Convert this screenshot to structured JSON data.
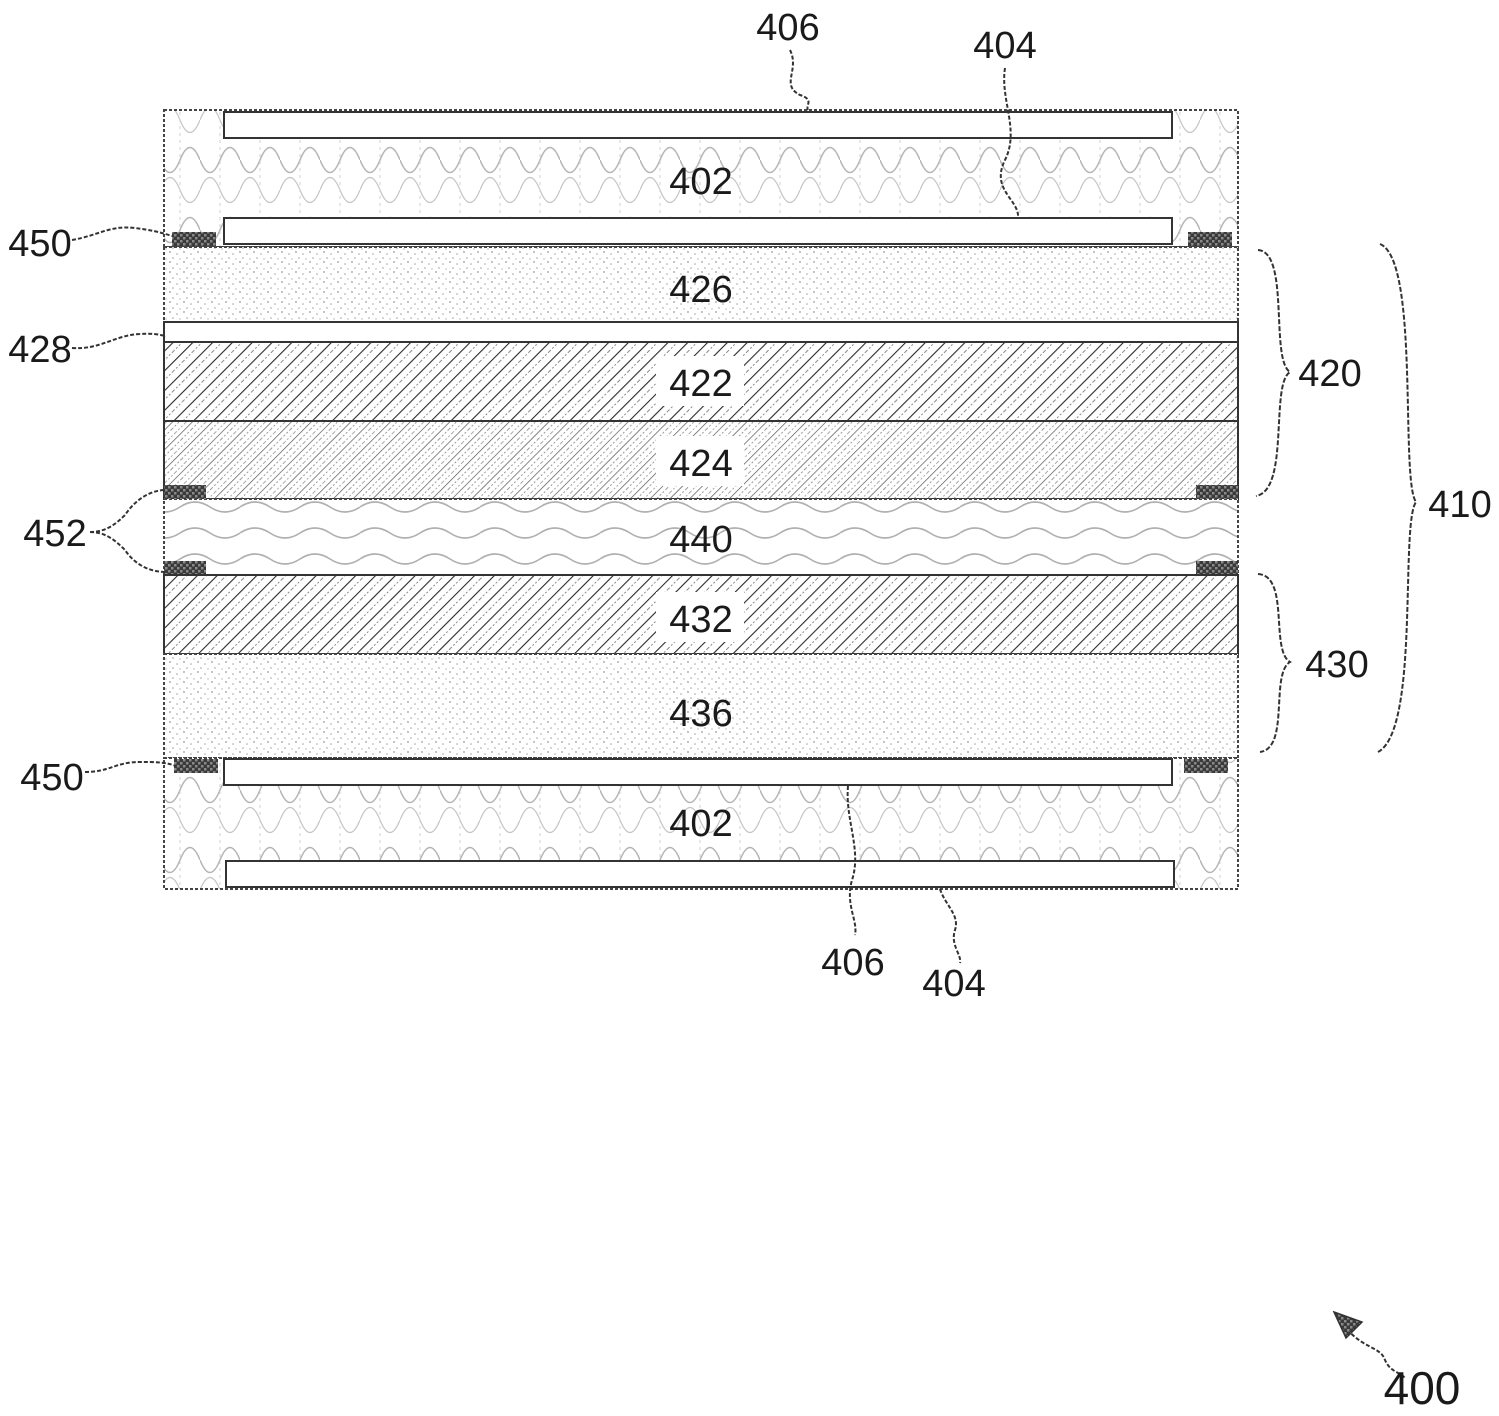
{
  "figure": {
    "ref_layer_top_cell": "402",
    "ref_layer_bottom_cell": "402",
    "ref_layer_426": "426",
    "ref_layer_428": "428",
    "ref_layer_422": "422",
    "ref_layer_424": "424",
    "ref_layer_440": "440",
    "ref_layer_432": "432",
    "ref_layer_436": "436",
    "ref_top_406": "406",
    "ref_top_404": "404",
    "ref_bottom_406": "406",
    "ref_bottom_404": "404",
    "ref_seal_top": "450",
    "ref_seal_bottom": "450",
    "ref_seal_middle": "452",
    "ref_group_420": "420",
    "ref_group_430": "430",
    "ref_group_410": "410",
    "ref_figure": "400"
  }
}
